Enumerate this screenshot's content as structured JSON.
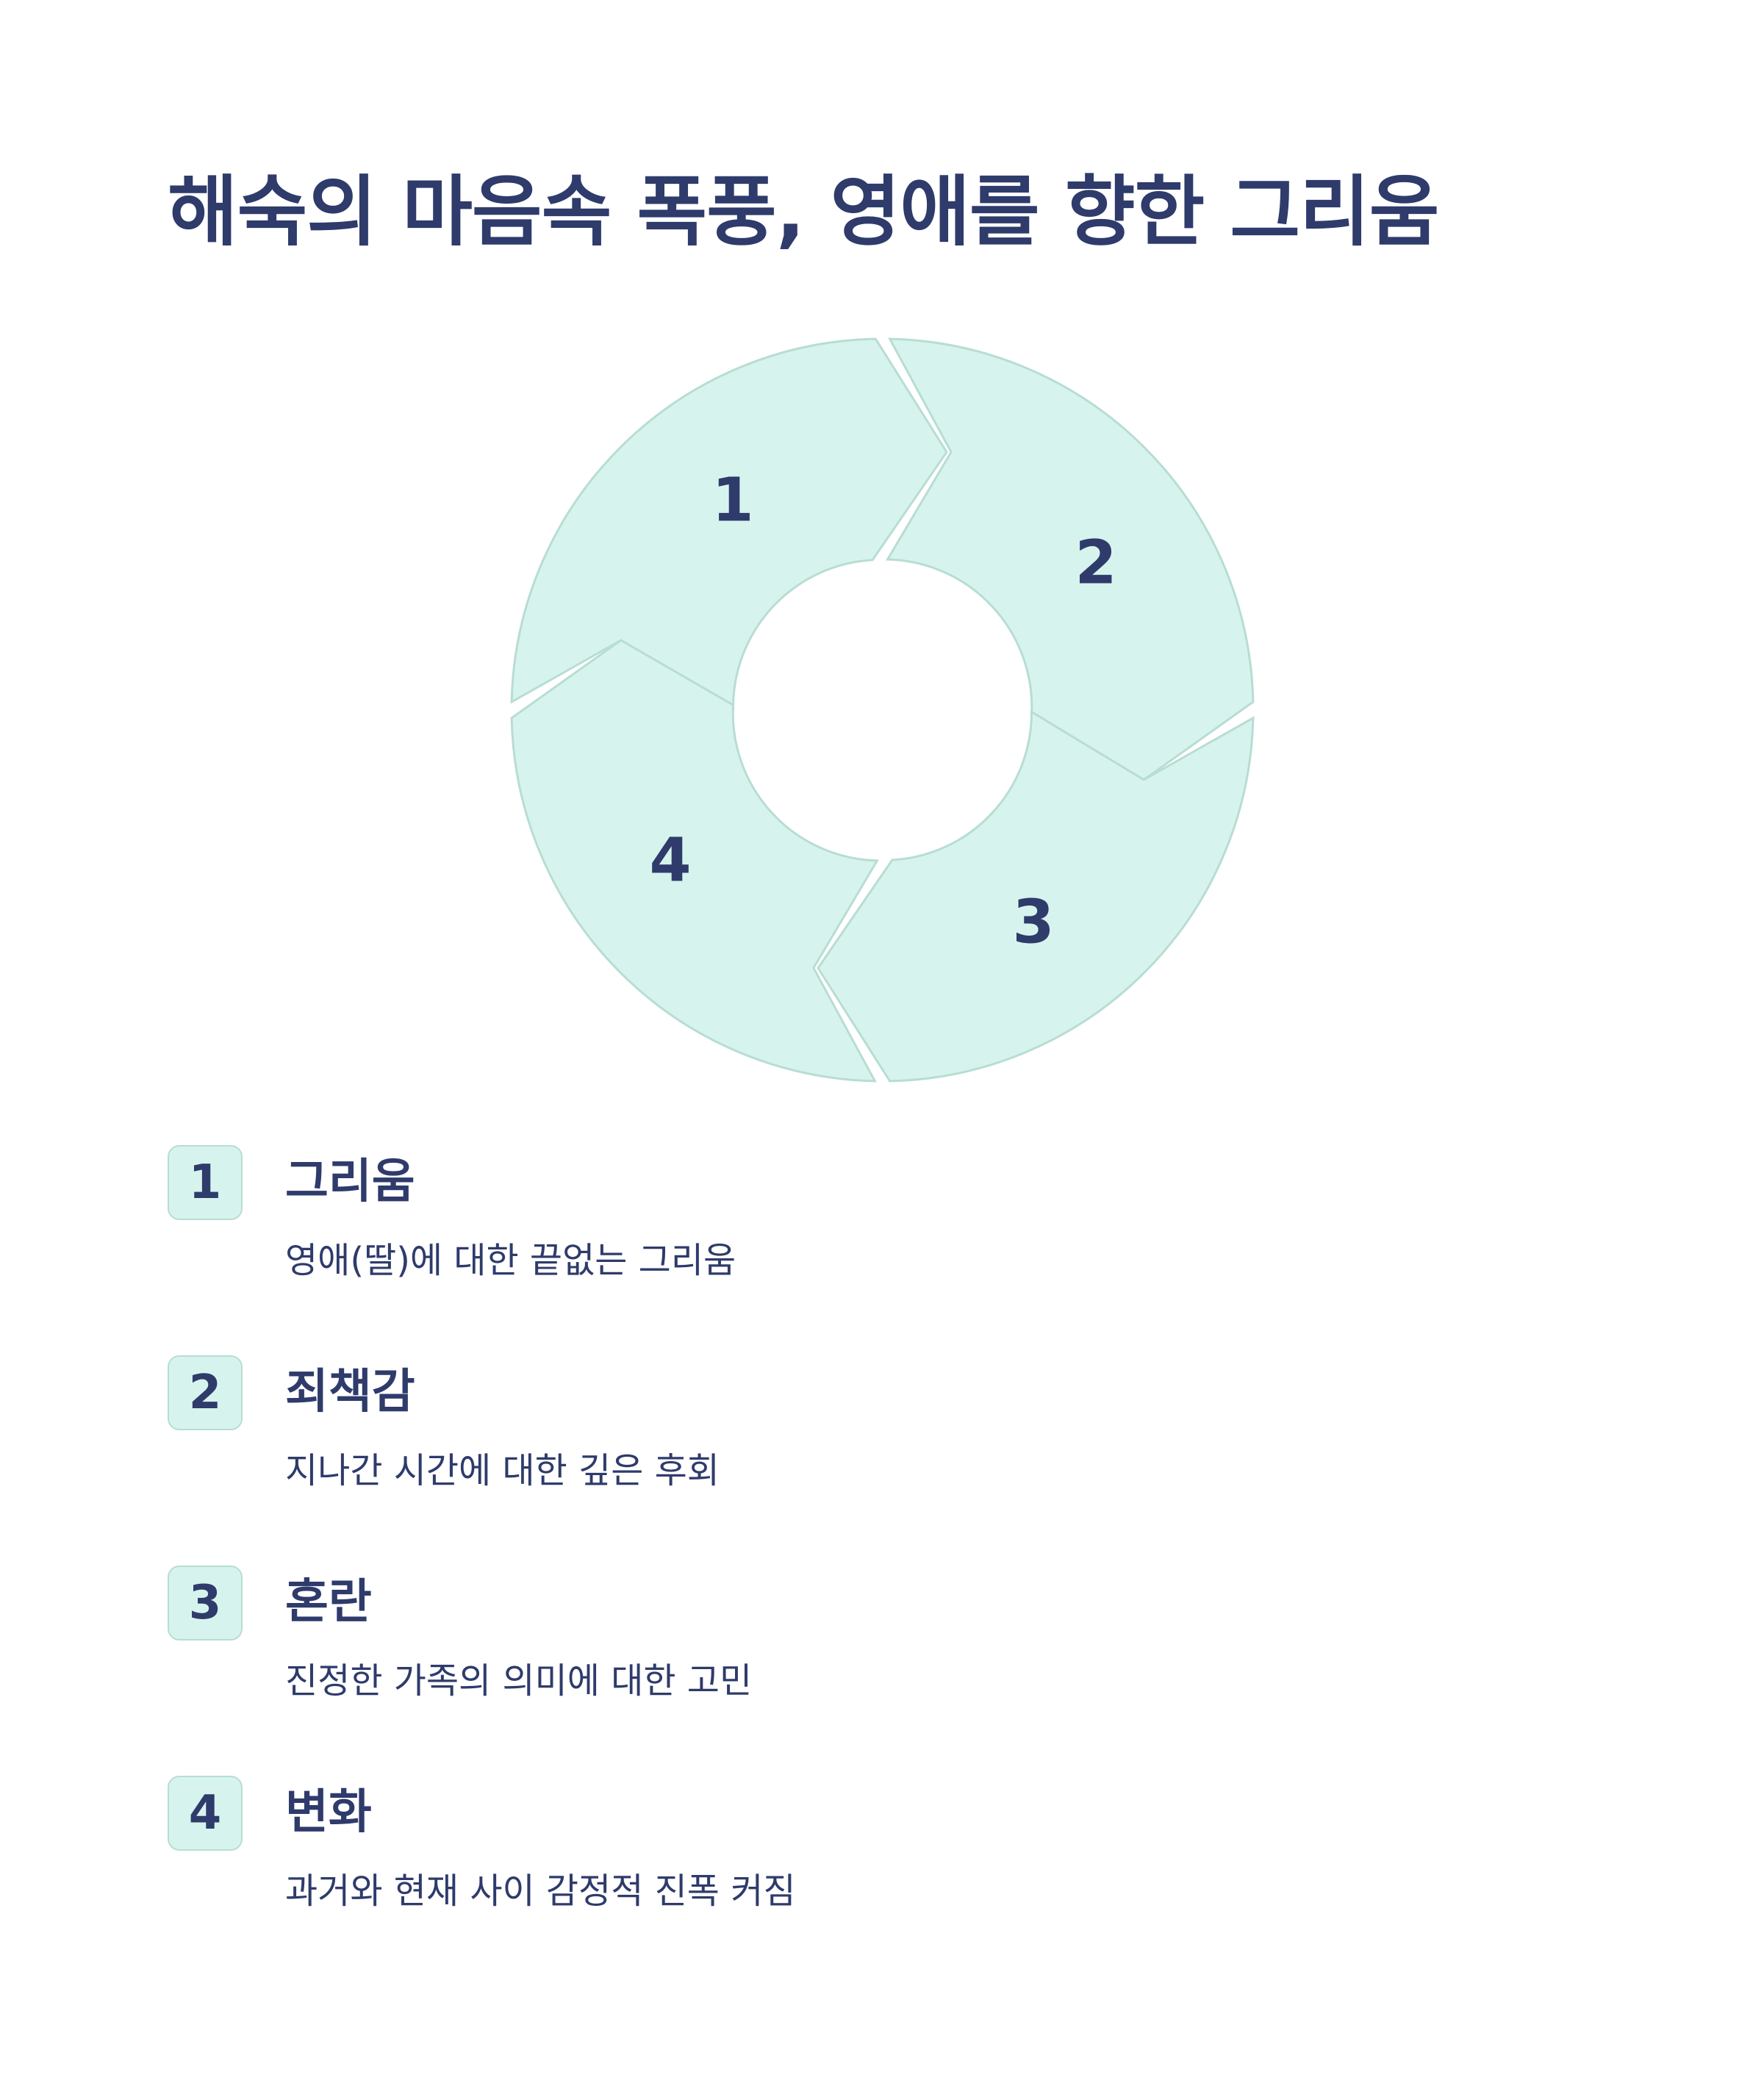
{
  "title": "해숙의 마음속 폭풍, 영애를 향한 그리움",
  "colors": {
    "segment_fill": "#d6f4ed",
    "segment_stroke": "#b8ddd3",
    "text": "#2e3b6b"
  },
  "cycle": {
    "segments": [
      {
        "number": "1"
      },
      {
        "number": "2"
      },
      {
        "number": "3"
      },
      {
        "number": "4"
      }
    ]
  },
  "legend": {
    "items": [
      {
        "number": "1",
        "title": "그리움",
        "description": "영애(딸)에 대한 끝없는 그리움"
      },
      {
        "number": "2",
        "title": "죄책감",
        "description": "지나간 시간에 대한 깊은 후회"
      },
      {
        "number": "3",
        "title": "혼란",
        "description": "진정한 가족의 의미에 대한 고민"
      },
      {
        "number": "4",
        "title": "변화",
        "description": "과거와 현재 사이 감정적 진폭 커짐"
      }
    ]
  }
}
